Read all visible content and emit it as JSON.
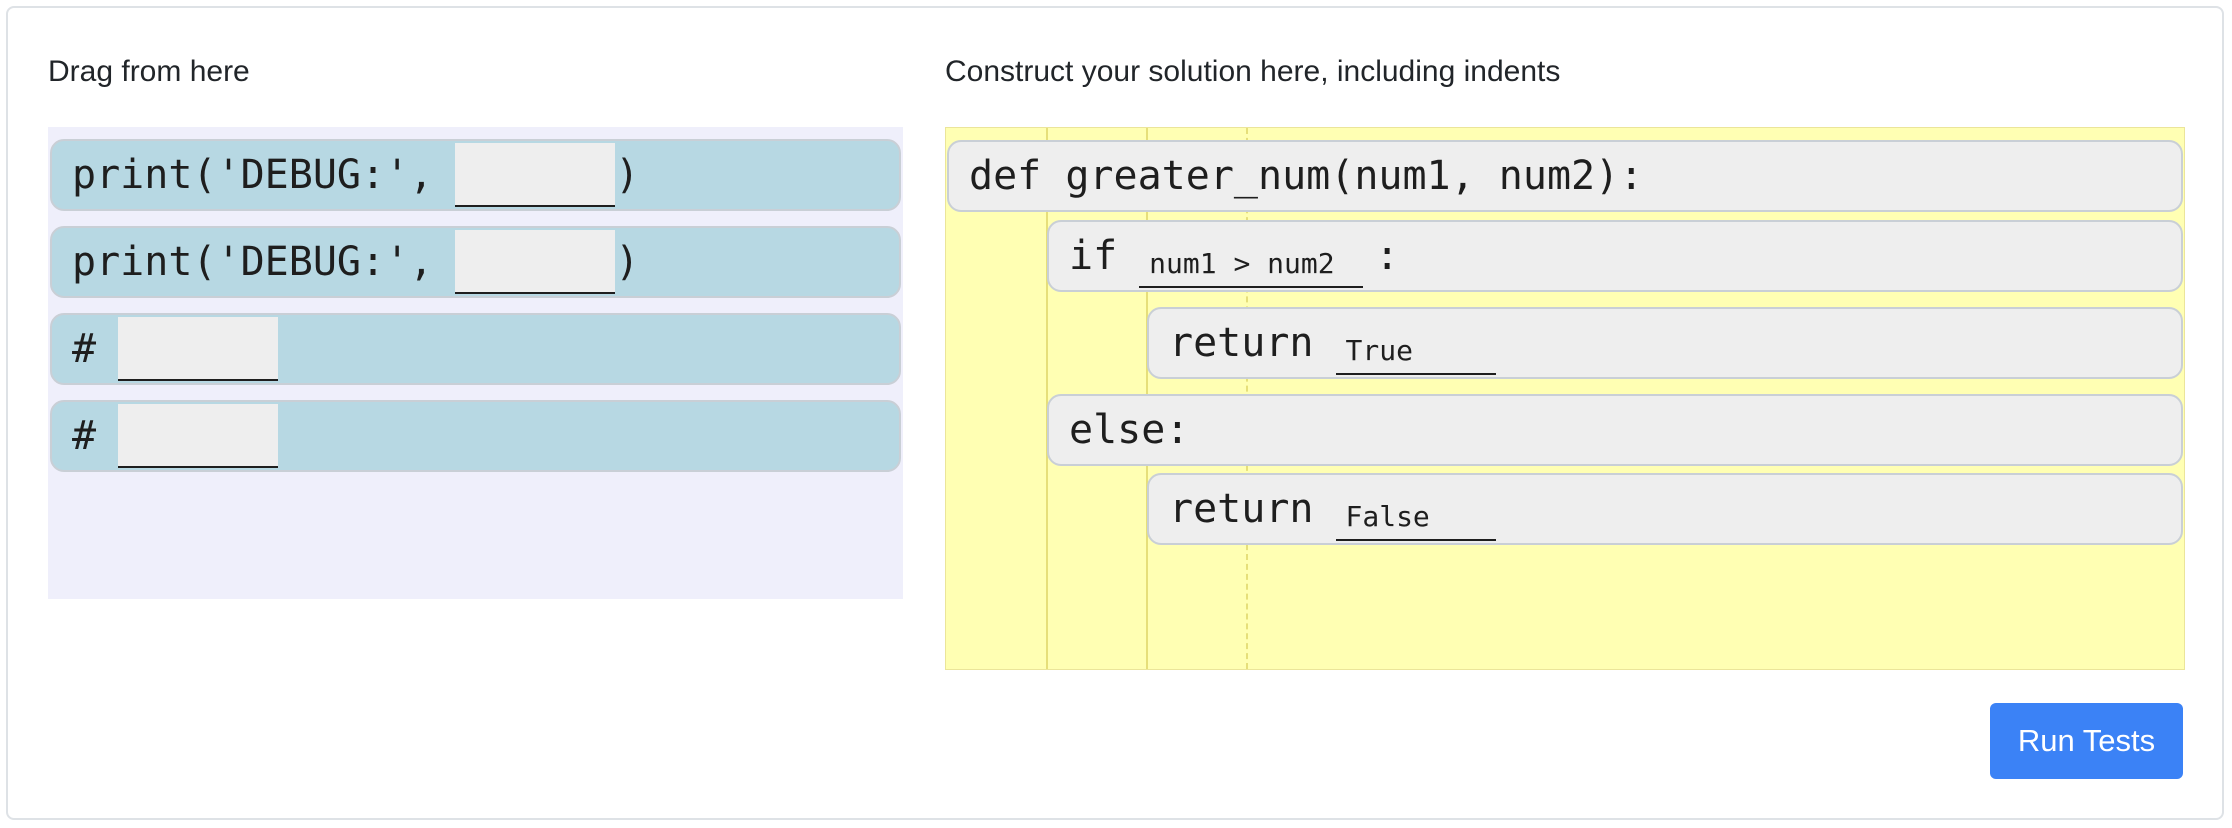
{
  "source": {
    "heading": "Drag from here",
    "blocks": [
      {
        "prefix": "print('DEBUG:',",
        "suffix": ")"
      },
      {
        "prefix": "print('DEBUG:',",
        "suffix": ")"
      },
      {
        "prefix": "#"
      },
      {
        "prefix": "#"
      }
    ]
  },
  "solution": {
    "heading": "Construct your solution here, including indents",
    "blocks": [
      {
        "text": "def greater_num(num1, num2):"
      },
      {
        "prefix": "if",
        "blank": "num1 > num2",
        "suffix": ":"
      },
      {
        "prefix": "return",
        "blank": "True"
      },
      {
        "text": "else:"
      },
      {
        "prefix": "return",
        "blank": "False"
      }
    ]
  },
  "toolbar": {
    "run_label": "Run Tests"
  },
  "colors": {
    "source_bg": "#efeffb",
    "source_block": "#b7d8e3",
    "solution_bg": "#ffffb3",
    "solution_block": "#eeeeee",
    "button": "#3b82f6"
  }
}
